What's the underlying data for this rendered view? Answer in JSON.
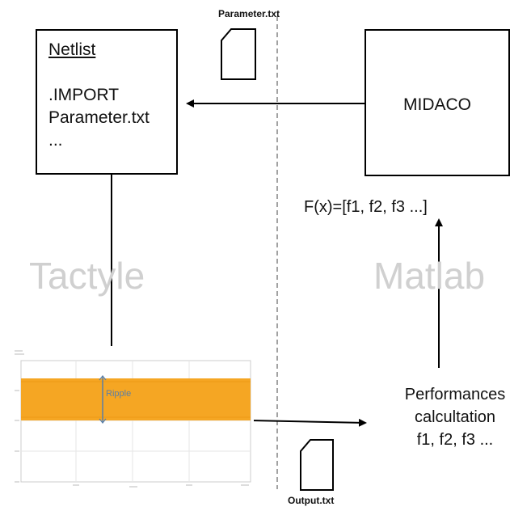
{
  "files": {
    "parameter": "Parameter.txt",
    "output": "Output.txt"
  },
  "netlist": {
    "title": "Netlist",
    "lines": [
      ".IMPORT",
      "Parameter.txt",
      "..."
    ]
  },
  "optimizer": {
    "label": "MIDACO"
  },
  "environments": {
    "left": "Tactyle",
    "right": "Matlab"
  },
  "objective": {
    "text": "F(x)=[f1, f2, f3 ...]"
  },
  "performance": {
    "lines": [
      "Performances",
      "calcultation",
      "f1, f2, f3 ..."
    ]
  },
  "waveform": {
    "annotation": "Ripple",
    "color": "#f5a623"
  },
  "colors": {
    "waveform": "#f5a623",
    "ripple_marker": "#5b7fa6",
    "background_label": "#d0d0d0"
  },
  "icons": [
    "document-icon",
    "arrow-icon"
  ]
}
